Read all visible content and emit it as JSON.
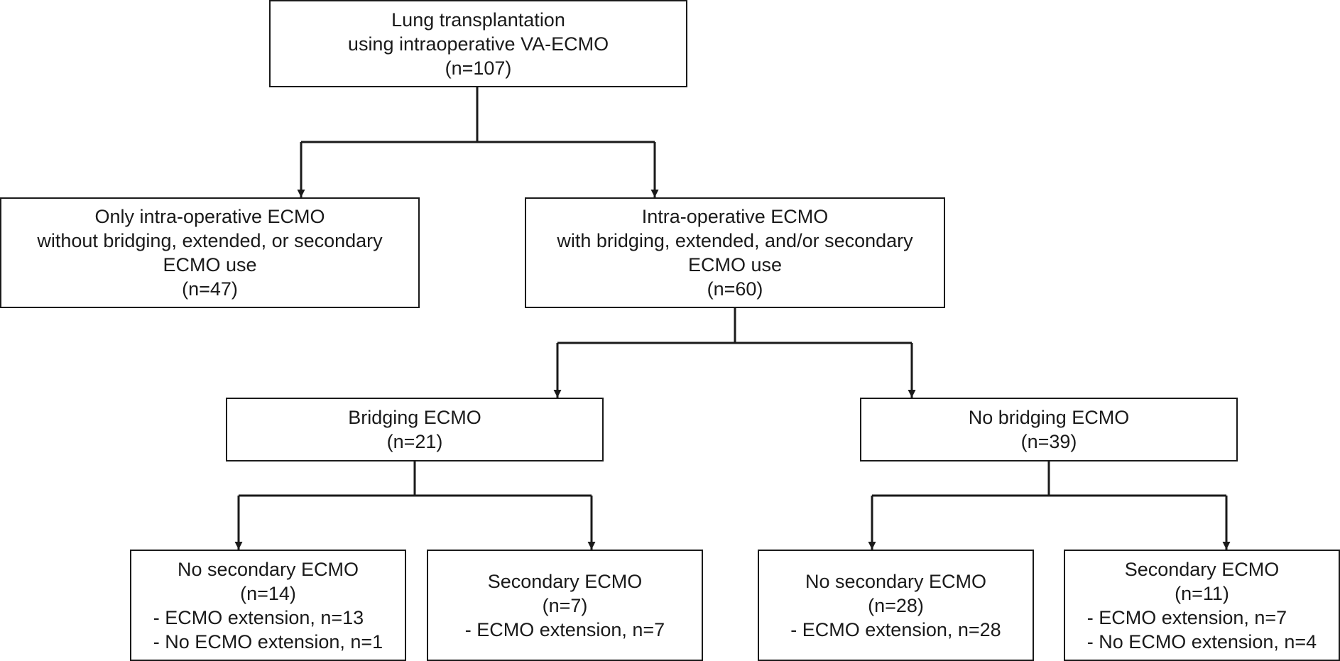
{
  "diagram": {
    "root": {
      "lines": [
        "Lung transplantation",
        "using intraoperative VA-ECMO",
        "(n=107)"
      ],
      "subs": []
    },
    "intra_only": {
      "lines": [
        "Only intra-operative ECMO",
        "without bridging, extended, or secondary",
        "ECMO use",
        "(n=47)"
      ],
      "subs": []
    },
    "intra_with": {
      "lines": [
        "Intra-operative ECMO",
        "with bridging, extended, and/or secondary",
        "ECMO use",
        "(n=60)"
      ],
      "subs": []
    },
    "bridging": {
      "lines": [
        "Bridging ECMO",
        "(n=21)"
      ],
      "subs": []
    },
    "no_bridging": {
      "lines": [
        "No bridging ECMO",
        "(n=39)"
      ],
      "subs": []
    },
    "bridging_no_secondary": {
      "lines": [
        "No secondary ECMO",
        "(n=14)"
      ],
      "subs": [
        "- ECMO extension, n=13",
        "- No ECMO extension, n=1"
      ]
    },
    "bridging_secondary": {
      "lines": [
        "Secondary ECMO",
        "(n=7)"
      ],
      "subs": [
        "- ECMO extension, n=7"
      ]
    },
    "nobridging_no_secondary": {
      "lines": [
        "No secondary ECMO",
        "(n=28)"
      ],
      "subs": [
        "- ECMO extension, n=28"
      ]
    },
    "nobridging_secondary": {
      "lines": [
        "Secondary ECMO",
        "(n=11)"
      ],
      "subs": [
        "- ECMO extension, n=7",
        "- No ECMO extension, n=4"
      ]
    }
  },
  "colors": {
    "stroke": "#1a1a1a",
    "background": "#ffffff"
  }
}
